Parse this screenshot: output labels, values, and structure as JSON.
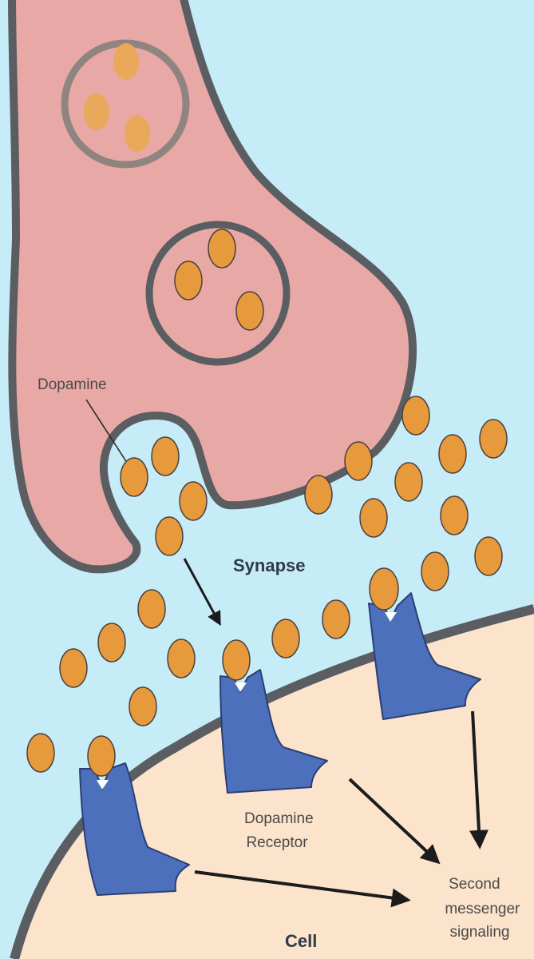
{
  "labels": {
    "dopamine": "Dopamine",
    "synapse": "Synapse",
    "receptor_line1": "Dopamine",
    "receptor_line2": "Receptor",
    "signal_line1": "Second",
    "signal_line2": "messenger",
    "signal_line3": "signaling",
    "cell": "Cell"
  },
  "colors": {
    "background": "#c6ecf8",
    "neuron": "#e8a9a6",
    "cell": "#fbe3cc",
    "membrane": "#5a5e62",
    "vesicle_faded": "#8f8480",
    "dopamine": "#e79a3c",
    "receptor": "#4d70bd",
    "arrow": "#1c1c1c"
  }
}
